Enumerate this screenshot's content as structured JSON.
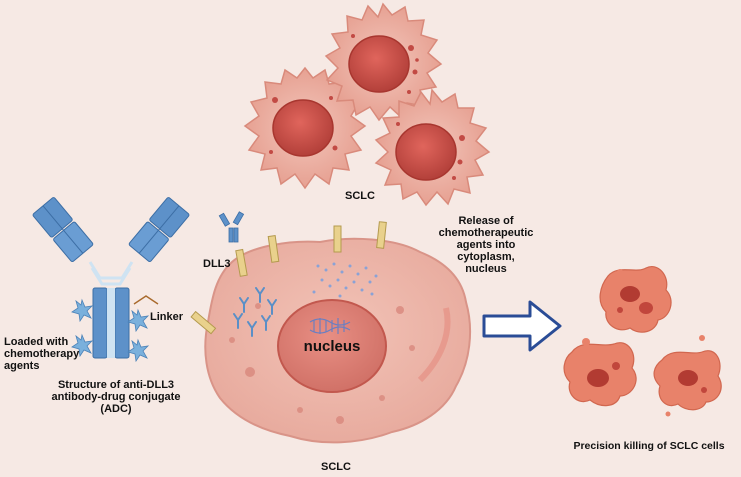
{
  "labels": {
    "sclc_top": "SCLC",
    "sclc_bottom": "SCLC",
    "dll3": "DLL3",
    "linker": "Linker",
    "nucleus": "nucleus",
    "loaded": "Loaded with\nchemotherapy\nagents",
    "structure": "Structure of anti-DLL3\nantibody-drug conjugate\n(ADC)",
    "release": "Release of\nchemotherapeutic\nagents into\ncytoplasm,\nnucleus",
    "killing": "Precision killing of SCLC cells"
  },
  "colors": {
    "background": "#f6e9e4",
    "cell_membrane": "#e8a79a",
    "cell_cytoplasm": "#f0bcb0",
    "cell_nucleus": "#c94f48",
    "antibody": "#5a8fc7",
    "receptor": "#e8cf85",
    "arrow": "#2a4c96",
    "dying_cell": "#e67a5f"
  }
}
